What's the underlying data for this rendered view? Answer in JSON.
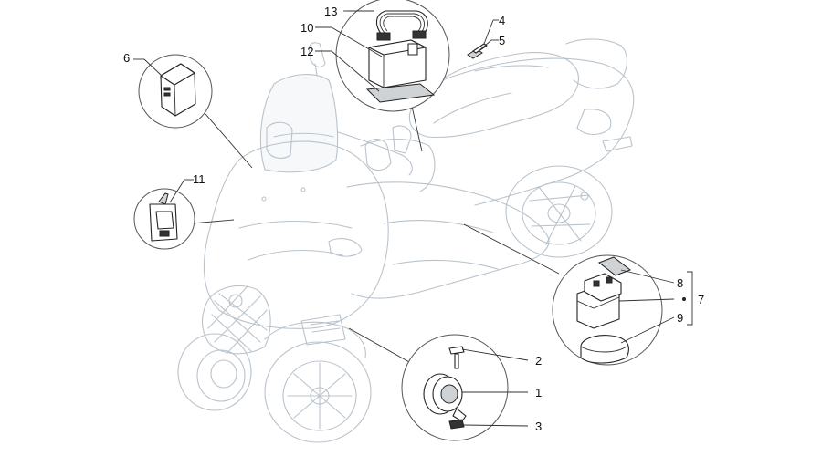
{
  "colors": {
    "background": "#ffffff",
    "vehicle_outline": "#b9c3cc",
    "part_outline": "#222222",
    "label_text": "#111111"
  },
  "labels": [
    {
      "id": "label-1",
      "text": "1"
    },
    {
      "id": "label-2",
      "text": "2"
    },
    {
      "id": "label-3",
      "text": "3"
    },
    {
      "id": "label-4",
      "text": "4"
    },
    {
      "id": "label-5",
      "text": "5"
    },
    {
      "id": "label-6",
      "text": "6"
    },
    {
      "id": "label-7",
      "text": "7"
    },
    {
      "id": "label-8",
      "text": "8"
    },
    {
      "id": "label-9",
      "text": "9"
    },
    {
      "id": "label-10",
      "text": "10"
    },
    {
      "id": "label-11",
      "text": "11"
    },
    {
      "id": "label-12",
      "text": "12"
    },
    {
      "id": "label-13",
      "text": "13"
    }
  ]
}
